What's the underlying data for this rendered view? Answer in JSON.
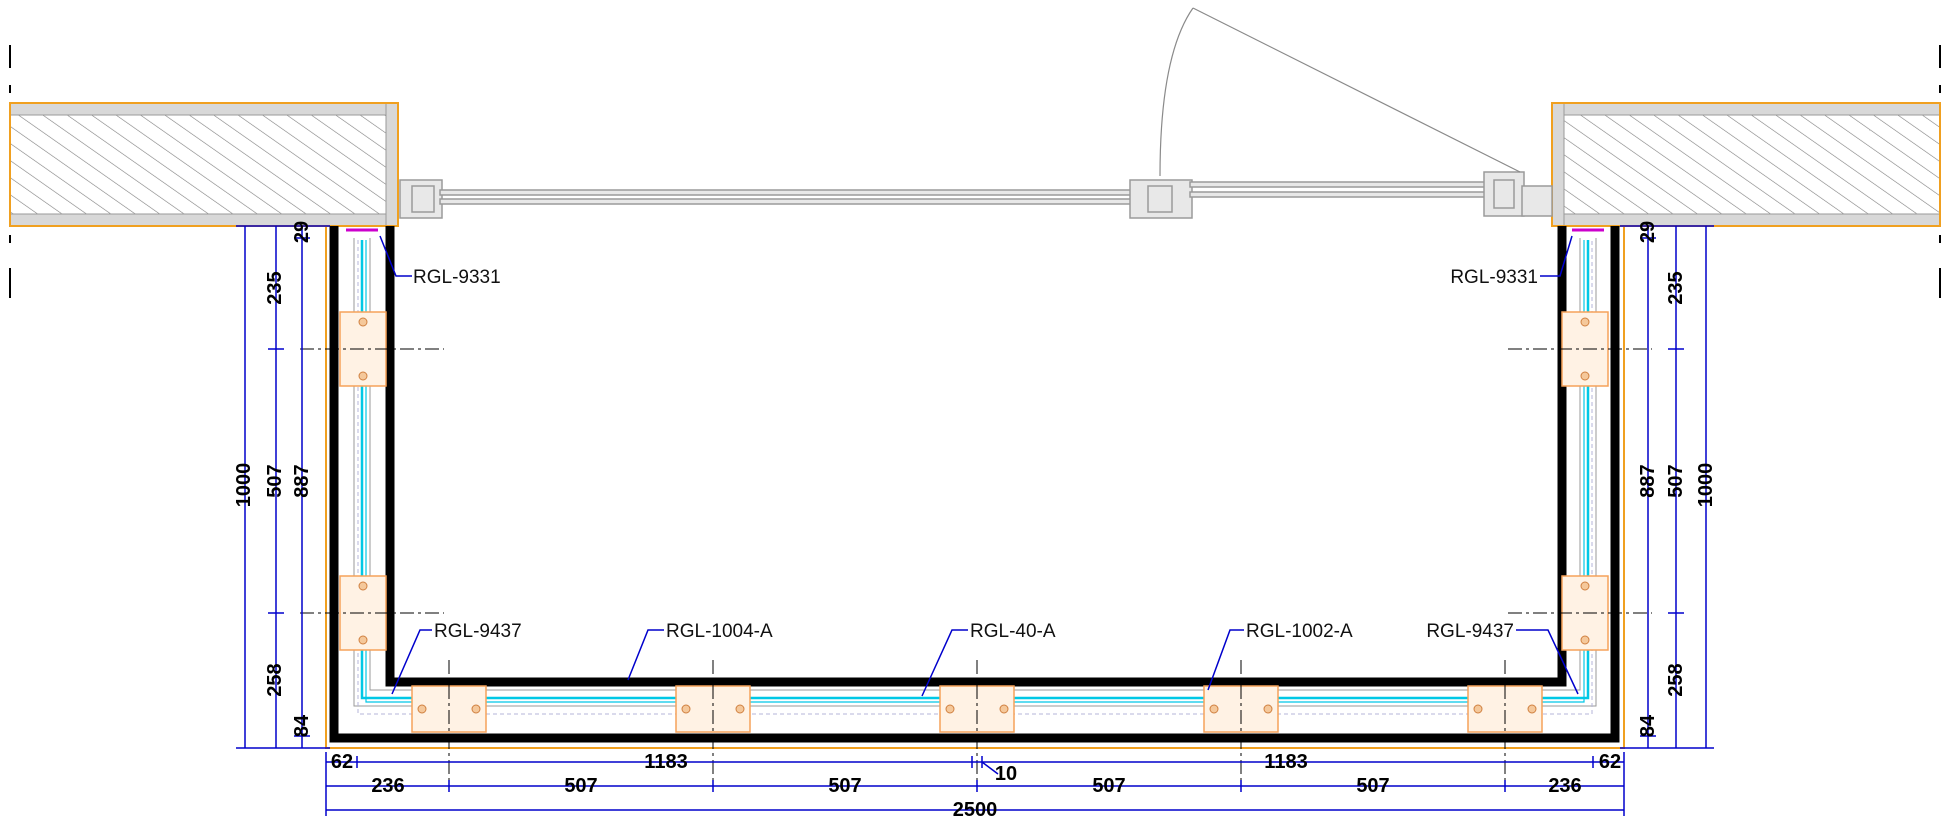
{
  "colors": {
    "frame": "#000000",
    "dimension": "#0000cc",
    "outline": "#f0a020",
    "glass": "#00c8e6",
    "profile": "#9a9a9a",
    "hatch": "#7f7f7f",
    "bracket": "#f5a25a",
    "seal": "#cc00cc"
  },
  "callouts": {
    "left_top": "RGL-9331",
    "right_top": "RGL-9331",
    "left_bottom": "RGL-9437",
    "bottom_1": "RGL-1004-A",
    "bottom_2": "RGL-40-A",
    "bottom_3": "RGL-1002-A",
    "right_bottom": "RGL-9437"
  },
  "dimensions": {
    "left": {
      "d29": "29",
      "d235": "235",
      "d507": "507",
      "d258": "258",
      "d84": "84",
      "d887": "887",
      "d1000": "1000"
    },
    "right": {
      "d29": "29",
      "d235": "235",
      "d507": "507",
      "d258": "258",
      "d84": "84",
      "d887": "887",
      "d1000": "1000"
    },
    "row1": {
      "left62": "62",
      "left1183": "1183",
      "right1183": "1183",
      "right62": "62",
      "gap10": "10"
    },
    "row2": {
      "s1": "236",
      "s2": "507",
      "s3": "507",
      "s4": "507",
      "s5": "507",
      "s6": "236"
    },
    "total": "2500"
  }
}
